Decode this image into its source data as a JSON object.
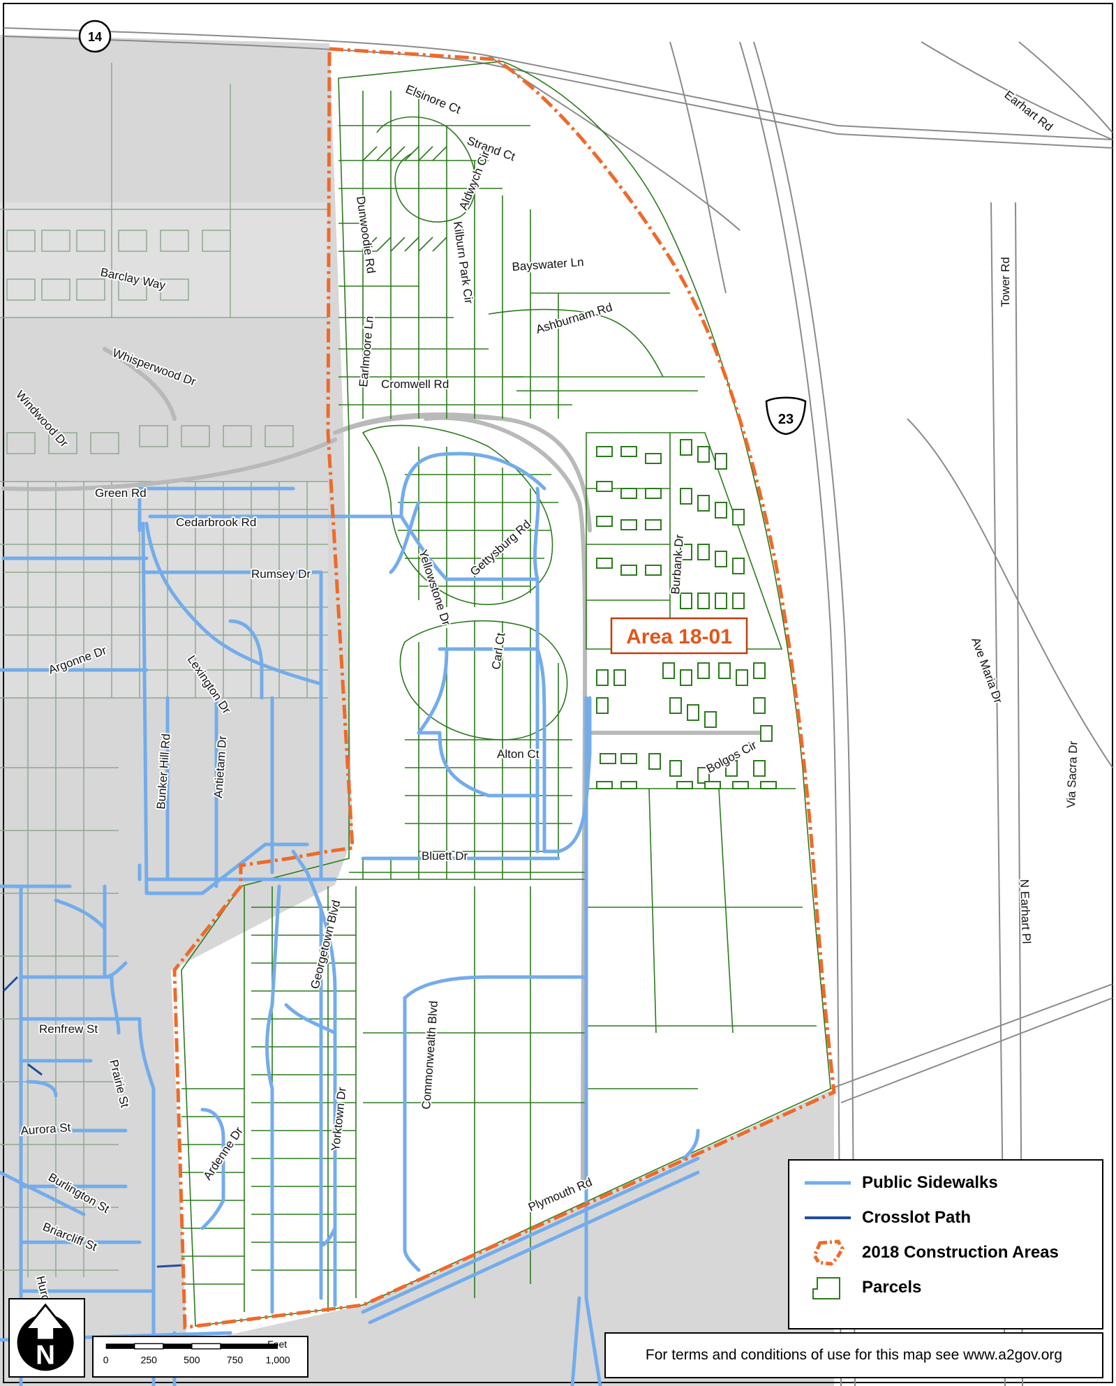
{
  "highway_shields": {
    "state_route": "14",
    "us_route": "23"
  },
  "area_label": "Area 18-01",
  "streets": {
    "earhart_rd": "Earhart Rd",
    "elsinore_ct": "Elsinore Ct",
    "strand_ct": "Strand Ct",
    "aldwych_cir": "Aldwych Cir",
    "bayswater_ln": "Bayswater Ln",
    "dunwoodie_rd": "Dunwoodie Rd",
    "kilburn_park_cir": "Kilburn Park Cir",
    "earlmoore_ln": "Earlmoore Ln",
    "ashburnam_rd": "Ashburnam Rd",
    "cromwell_rd": "Cromwell Rd",
    "tower_rd": "Tower Rd",
    "barclay_way": "Barclay Way",
    "whisperwood_dr": "Whisperwood Dr",
    "windwood_dr": "Windwood Dr",
    "green_rd": "Green Rd",
    "cedarbrook_rd": "Cedarbrook Rd",
    "rumsey_dr": "Rumsey Dr",
    "gettysburg_rd": "Gettysburg Rd",
    "yellowstone_dr": "Yellowstone Dr",
    "burbank_dr": "Burbank Dr",
    "argonne_dr": "Argonne Dr",
    "lexington_dr": "Lexington Dr",
    "carl_ct": "Carl Ct",
    "ave_maria_dr": "Ave Maria Dr",
    "bunker_hill_rd": "Bunker Hill Rd",
    "antietam_dr": "Antietam Dr",
    "alton_ct": "Alton Ct",
    "bolgos_cir": "Bolgos Cir",
    "via_sacra_dr": "Via Sacra Dr",
    "bluett_dr": "Bluett Dr",
    "georgetown_blvd": "Georgetown Blvd",
    "n_earhart_pl": "N Earhart Pl",
    "renfrew_st": "Renfrew St",
    "commonwealth_blvd": "Commonwealth Blvd",
    "prairie_st": "Prairie St",
    "yorktown_dr": "Yorktown Dr",
    "aurora_st": "Aurora St",
    "burlington_st": "Burlington St",
    "ardenne_dr": "Ardenne Dr",
    "plymouth_rd": "Plymouth Rd",
    "briarcliff_st": "Briarcliff St",
    "huron_partial": "Huro"
  },
  "legend": {
    "items": [
      {
        "label": "Public Sidewalks",
        "color": "#74acea",
        "symbol": "line"
      },
      {
        "label": "Crosslot Path",
        "color": "#1f4e9c",
        "symbol": "line"
      },
      {
        "label": "2018 Construction Areas",
        "color": "#ee6a2a",
        "symbol": "dashed-polygon"
      },
      {
        "label": "Parcels",
        "color": "#2b7a1c",
        "symbol": "polygon"
      }
    ]
  },
  "scale_bar": {
    "unit": "Feet",
    "ticks": [
      "0",
      "250",
      "500",
      "750",
      "1,000"
    ]
  },
  "north_arrow": {
    "letter": "N"
  },
  "terms_text": "For terms and conditions of use for this map see www.a2gov.org",
  "colors": {
    "outside_area": "#d9d9d9",
    "parcel_green": "#2b7a1c",
    "parcel_faded": "#8ea990",
    "road_gray": "#b9b9b9",
    "sidewalk": "#74acea",
    "crosslot": "#1f4e9c",
    "construction": "#ee6a2a"
  }
}
